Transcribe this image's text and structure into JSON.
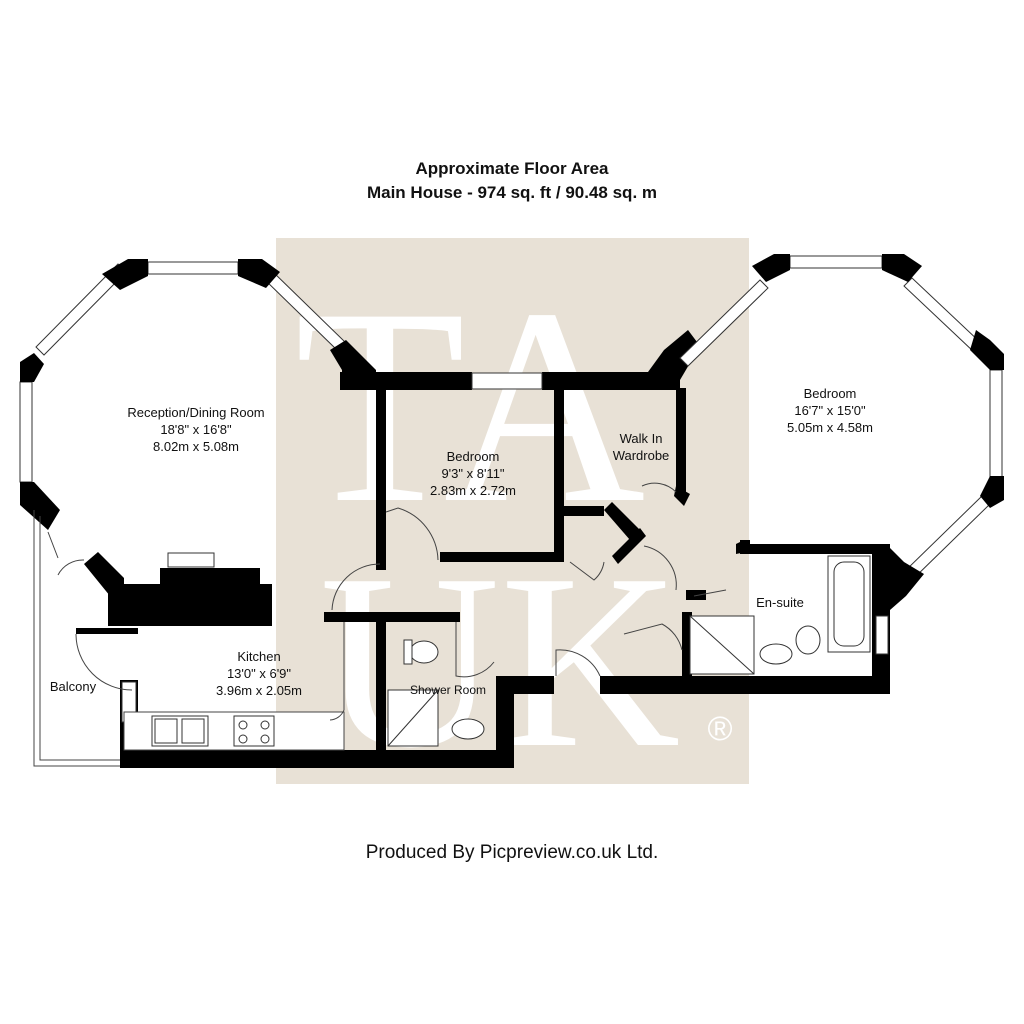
{
  "header": {
    "line1": "Approximate Floor Area",
    "line2": "Main House - 974 sq. ft / 90.48 sq. m"
  },
  "watermark": {
    "line1": "TA",
    "line2": "UK",
    "mark": "®",
    "panel_color": "#e8e1d6"
  },
  "rooms": {
    "reception": {
      "name": "Reception/Dining Room",
      "imperial": "18'8\" x 16'8\"",
      "metric": "8.02m x 5.08m"
    },
    "bedroom_centre": {
      "name": "Bedroom",
      "imperial": "9'3\" x 8'11\"",
      "metric": "2.83m x 2.72m"
    },
    "wardrobe": {
      "name_line1": "Walk In",
      "name_line2": "Wardrobe"
    },
    "bedroom_right": {
      "name": "Bedroom",
      "imperial": "16'7\" x 15'0\"",
      "metric": "5.05m x 4.58m"
    },
    "ensuite": {
      "name": "En-suite"
    },
    "kitchen": {
      "name": "Kitchen",
      "imperial": "13'0\" x 6'9\"",
      "metric": "3.96m x 2.05m"
    },
    "balcony": {
      "name": "Balcony"
    },
    "shower": {
      "name": "Shower Room"
    }
  },
  "footer": {
    "credit": "Produced By Picpreview.co.uk Ltd."
  }
}
